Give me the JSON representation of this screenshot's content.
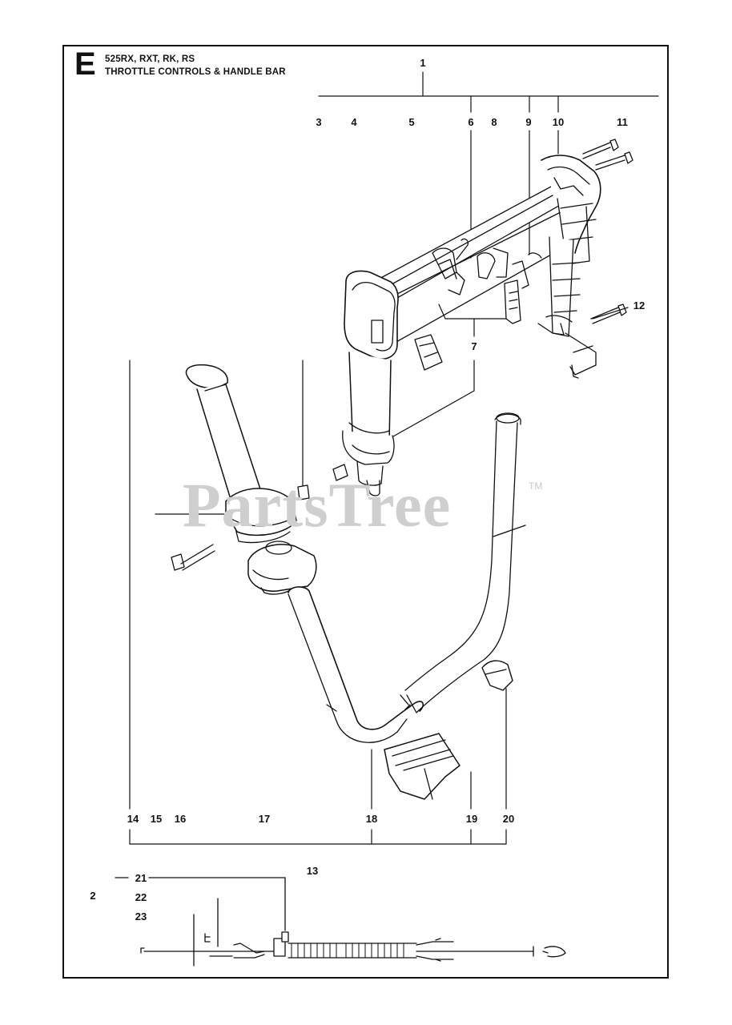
{
  "header": {
    "section_letter": "E",
    "models": "525RX, RXT, RK, RS",
    "title": "THROTTLE CONTROLS & HANDLE BAR"
  },
  "watermark": {
    "text": "PartsTree",
    "trademark": "TM"
  },
  "callouts": {
    "c1": "1",
    "c2": "2",
    "c3": "3",
    "c4": "4",
    "c5": "5",
    "c6": "6",
    "c7": "7",
    "c8": "8",
    "c9": "9",
    "c10": "10",
    "c11": "11",
    "c12": "12",
    "c13": "13",
    "c14": "14",
    "c15": "15",
    "c16": "16",
    "c17": "17",
    "c18": "18",
    "c19": "19",
    "c20": "20",
    "c21": "21",
    "c22": "22",
    "c23": "23"
  },
  "colors": {
    "line": "#111111",
    "watermark": "#cfcfcf"
  }
}
